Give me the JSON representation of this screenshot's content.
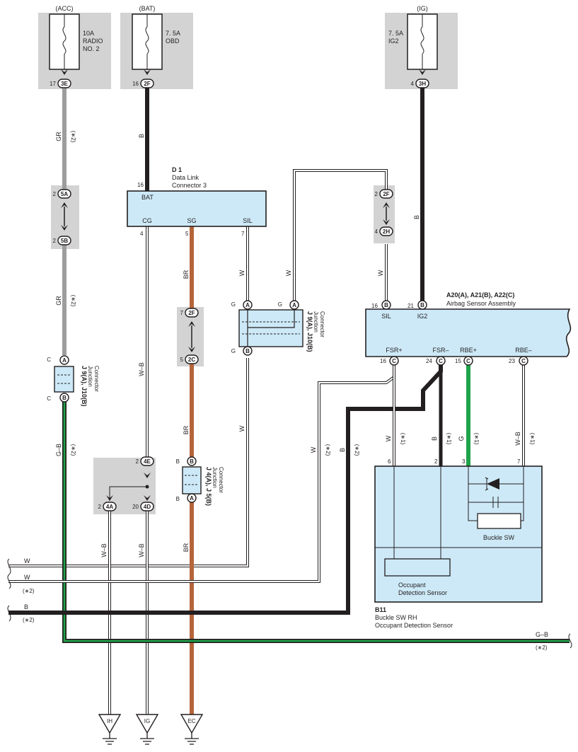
{
  "fuses": [
    {
      "source": "(ACC)",
      "line1": "10A",
      "line2": "RADIO",
      "line3": "NO. 2",
      "pin": "17",
      "code": "3E"
    },
    {
      "source": "(BAT)",
      "line1": "7. 5A",
      "line2": "OBD",
      "line3": "",
      "pin": "16",
      "code": "2F"
    },
    {
      "source": "(IG)",
      "line1": "7. 5A",
      "line2": "IG2",
      "line3": "",
      "pin": "4",
      "code": "3H"
    }
  ],
  "dlc": {
    "id": "D 1",
    "name1": "Data Link",
    "name2": "Connector 3",
    "pin_bat": "16",
    "lbl_bat": "BAT",
    "lbl_cg": "CG",
    "lbl_sg": "SG",
    "lbl_sil": "SIL",
    "pin_cg": "4",
    "pin_sg": "5",
    "pin_sil": "7"
  },
  "airbag": {
    "id": "A20(A), A21(B), A22(C)",
    "name": "Airbag Sensor Assembly",
    "pin_sil": "16",
    "code_sil": "B",
    "lbl_sil": "SIL",
    "pin_ig2": "21",
    "code_ig2": "B",
    "lbl_ig2": "IG2",
    "lbl_fsrp": "FSR+",
    "lbl_fsrm": "FSR–",
    "lbl_rbep": "RBE+",
    "lbl_rbem": "RBE–",
    "pin_fsrp": "16",
    "pin_fsrm": "24",
    "pin_rbep": "15",
    "pin_rbem": "23",
    "code_c": "C"
  },
  "buckle": {
    "id": "B11",
    "name1": "Buckle SW RH",
    "name2": "Occupant Detection Sensor",
    "sw_label": "Buckle SW",
    "sensor1": "Occupant",
    "sensor2": "Detection Sensor",
    "pin6": "6",
    "pin2": "2",
    "pin3": "3",
    "pin7": "7"
  },
  "junctions": {
    "j9_left": "J 9(A), J10(B)",
    "j9_mid": "J 9(A), J10(B)",
    "j4": "J 4(A), J 5(B)",
    "jc1": "Junction",
    "jc2": "Connector"
  },
  "connectors": {
    "c5a_pin": "2",
    "c5a": "5A",
    "c5b_pin": "2",
    "c5b": "5B",
    "c2f_top_pin": "2",
    "c2f_top": "2F",
    "c2h_pin": "4",
    "c2h": "2H",
    "c2f_mid_pin": "7",
    "c2f_mid": "2F",
    "c2c_pin": "5",
    "c2c": "2C",
    "c4e_pin": "2",
    "c4e": "4E",
    "c4a_pin": "2",
    "c4a": "4A",
    "c4d_pin": "20",
    "c4d": "4D",
    "ca": "A",
    "cb": "B",
    "cc": "C",
    "cg": "G"
  },
  "wires": {
    "gr": "GR",
    "b": "B",
    "w": "W",
    "br": "BR",
    "wb": "W–B",
    "gb": "G–B",
    "g": "G",
    "n1": "(∗1)",
    "n2": "(∗2)"
  },
  "grounds": [
    "IH",
    "IG",
    "EC"
  ],
  "colors": {
    "gray_wire": "#9d9d9d",
    "brown_wire": "#b5653a",
    "green_wire": "#1fa34a",
    "box_fill": "#cde9f7",
    "fuse_fill": "#d3d3d3"
  }
}
